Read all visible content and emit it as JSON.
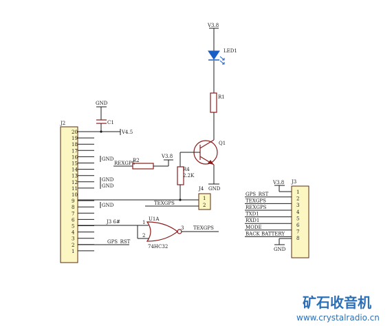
{
  "labels": {
    "v38_top": "V3.8",
    "led": "LED1",
    "r1": "R1",
    "q1": "Q1",
    "gnd_c1": "GND",
    "c1": "C1",
    "v45": "V4.5",
    "j2": "J2",
    "rexgps": "REXGPS",
    "r2": "R2",
    "v38_r2": "V3.8",
    "r4": "R4",
    "r4_val": "2.2K",
    "j4": "J4",
    "gnd_q1": "GND",
    "texgps_j4": "TEXGPS",
    "u1a": "U1A",
    "j3_6": "J3 6#",
    "u1_part": "74HC32",
    "texgps_out": "TEXGPS",
    "gps_rst_j2": "GPS_RST",
    "v38_j3": "V3.8",
    "j3": "J3",
    "gnd_j3": "GND"
  },
  "j2_pins": [
    "20",
    "19",
    "18",
    "17",
    "16",
    "15",
    "14",
    "13",
    "12",
    "11",
    "10",
    "9",
    "8",
    "7",
    "6",
    "5",
    "4",
    "3",
    "2",
    "1"
  ],
  "j2_gnd": [
    "GND",
    "GND",
    "GND",
    "GND"
  ],
  "j4_pins": [
    "1",
    "2"
  ],
  "u1_pins": [
    "1",
    "2",
    "3"
  ],
  "j3_nets": [
    "GPS_RST",
    "TEXGPS",
    "REXGPS",
    "TXD1",
    "RXD1",
    "MODE",
    "BACK BATTERY"
  ],
  "j3_pins": [
    "1",
    "2",
    "3",
    "4",
    "5",
    "6",
    "7",
    "8"
  ],
  "watermark": {
    "cn": "矿石收音机",
    "url": "www.crystalradio.cn"
  }
}
